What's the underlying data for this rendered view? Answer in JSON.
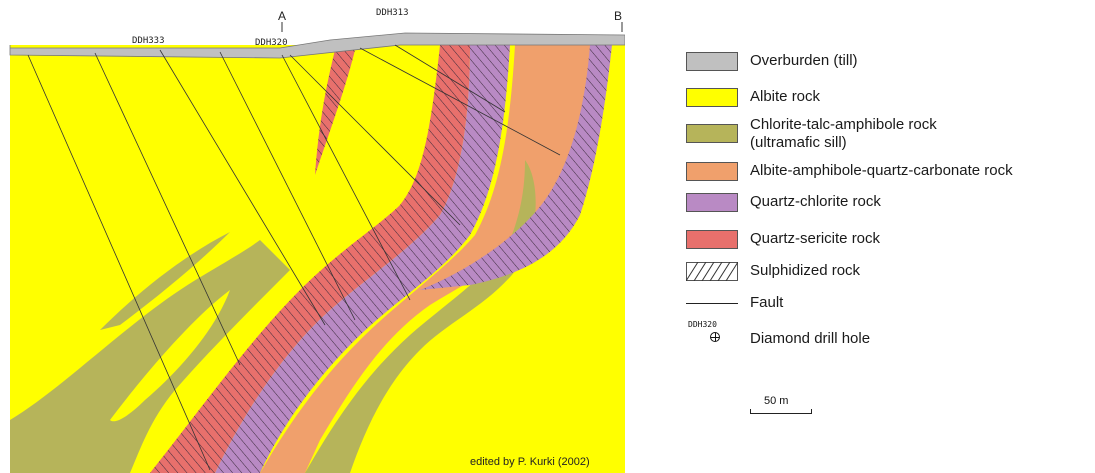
{
  "section": {
    "points": {
      "a": "A",
      "b": "B"
    },
    "drill_holes": [
      "DDH333",
      "DDH320",
      "DDH313"
    ],
    "credit": "edited by P. Kurki (2002)"
  },
  "legend": {
    "items": [
      {
        "label": "Overburden (till)",
        "color": "#c0c0c0"
      },
      {
        "label": "Albite  rock",
        "color": "#ffff00"
      },
      {
        "label": "Chlorite-talc-amphibole rock",
        "label2": "(ultramafic sill)",
        "color": "#b6b45a"
      },
      {
        "label": "Albite-amphibole-quartz-carbonate rock",
        "color": "#f0a06c"
      },
      {
        "label": "Quartz-chlorite rock",
        "color": "#b98ac4"
      },
      {
        "label": "Quartz-sericite rock",
        "color": "#e8706c"
      },
      {
        "label": "Sulphidized rock"
      },
      {
        "label": "Fault"
      },
      {
        "label": "Diamond drill  hole",
        "symbol_text": "DDH320"
      }
    ],
    "scale_label": "50 m"
  },
  "colors": {
    "albite": "#ffff00",
    "chlorite": "#b6b45a",
    "carbonate": "#f0a06c",
    "quartz_chlorite": "#b98ac4",
    "quartz_sericite": "#e8706c",
    "overburden": "#c0c0c0"
  }
}
